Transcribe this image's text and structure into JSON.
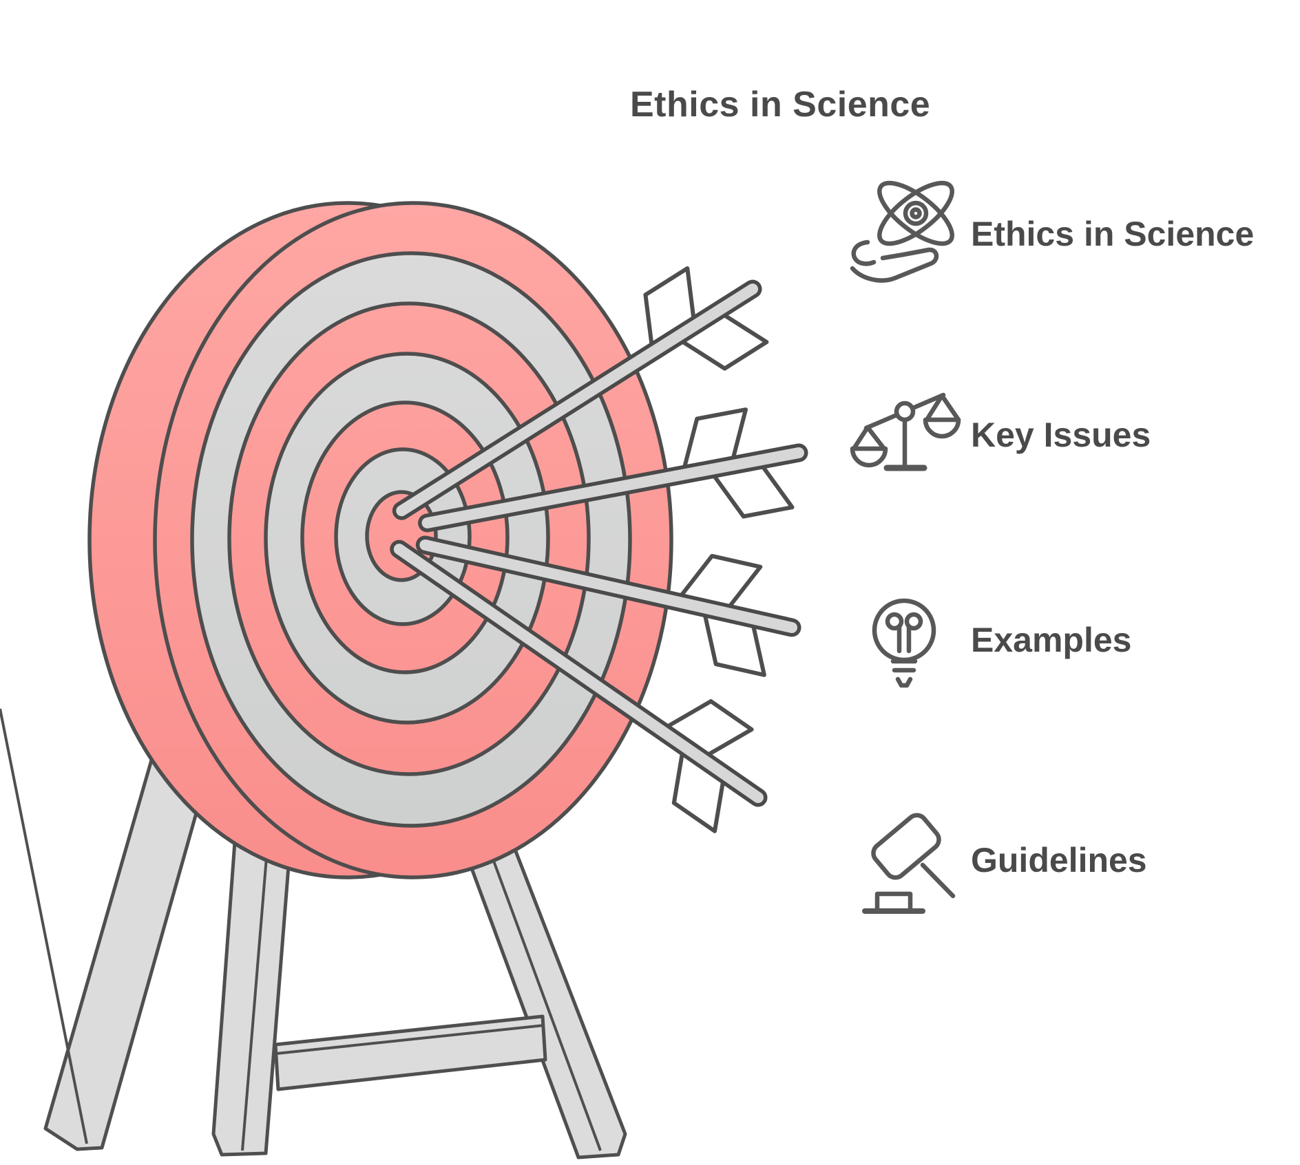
{
  "title": "Ethics in Science",
  "legend": {
    "items": [
      {
        "label": "Ethics in Science",
        "icon": "atom-in-hand-icon"
      },
      {
        "label": "Key Issues",
        "icon": "balance-scale-icon"
      },
      {
        "label": "Examples",
        "icon": "lightbulb-icon"
      },
      {
        "label": "Guidelines",
        "icon": "gavel-icon"
      }
    ]
  },
  "illustration": {
    "subject": "archery-target-on-easel-with-four-arrows-in-bullseye",
    "arrows": [
      {
        "name": "gray-arrow",
        "fletch_color": "#d4d4d4"
      },
      {
        "name": "green-arrow",
        "fletch_color": "#66e7a7"
      },
      {
        "name": "blue-arrow",
        "fletch_color": "#a4c7f8"
      },
      {
        "name": "yellow-arrow",
        "fletch_color": "#fbe97e"
      }
    ],
    "target_colors": {
      "red": "#fc9a98",
      "gray": "#d8d8d8",
      "outline": "#4e4e4e"
    },
    "stand_color": "#dcdcdc",
    "shaft_color": "#d7d7d7"
  },
  "colors": {
    "background": "#ffffff",
    "text": "#4a4a4a",
    "icon_stroke": "#585858"
  }
}
